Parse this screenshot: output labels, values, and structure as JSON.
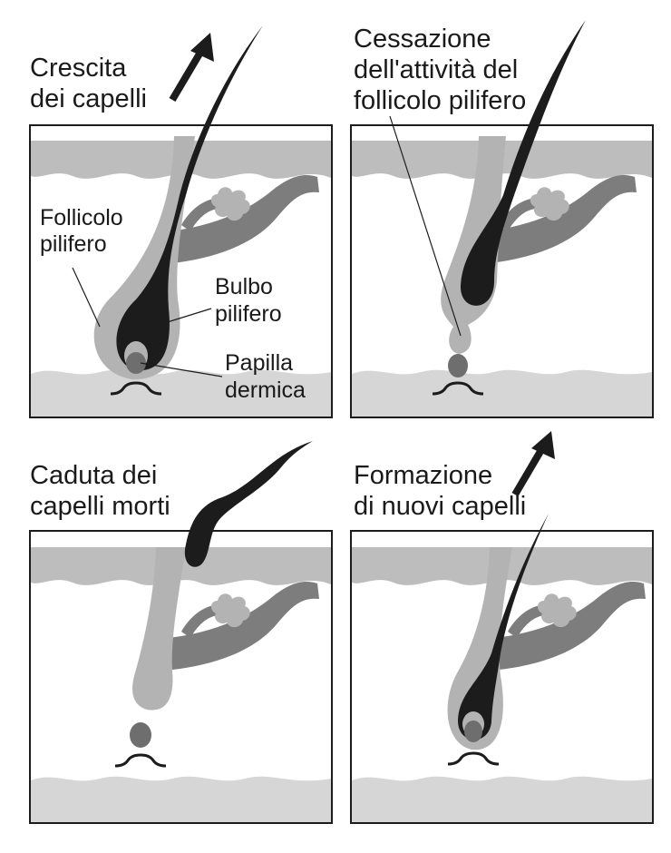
{
  "panels": {
    "growth": {
      "title_lines": [
        "Crescita",
        "dei capelli"
      ],
      "labels": {
        "follicle": [
          "Follicolo",
          "pilifero"
        ],
        "bulb": [
          "Bulbo",
          "pilifero"
        ],
        "papilla": [
          "Papilla",
          "dermica"
        ]
      }
    },
    "cessation": {
      "title_lines": [
        "Cessazione",
        "dell'attività del",
        "follicolo pilifero"
      ]
    },
    "shedding": {
      "title_lines": [
        "Caduta dei",
        "capelli morti"
      ]
    },
    "new_growth": {
      "title_lines": [
        "Formazione",
        "di nuovi capelli"
      ]
    }
  },
  "colors": {
    "hair": "#1c1c1c",
    "follicle_sheath": "#b3b3b3",
    "skin_layer": "#d6d6d6",
    "gland_and_muscle": "#7d7d7d",
    "papilla": "#6e6e6e",
    "frame": "#1c1c1c"
  },
  "icons": [
    "arrow-up-right-icon"
  ]
}
